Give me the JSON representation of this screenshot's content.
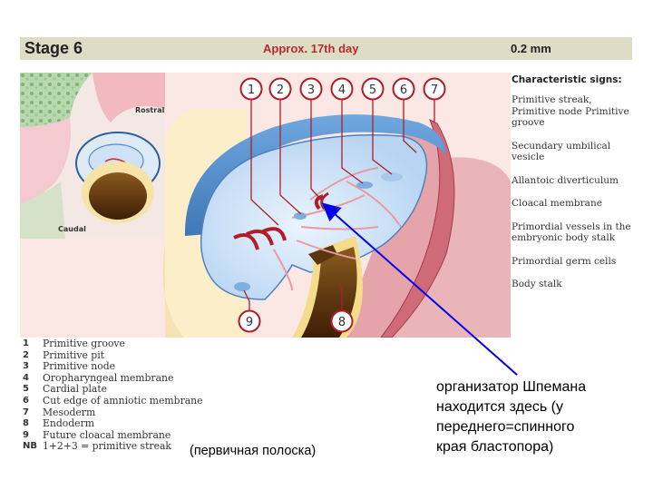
{
  "header": {
    "stage": "Stage 6",
    "day": "Approx. 17th day",
    "size": "0.2 mm"
  },
  "inset": {
    "rostral_label": "Rostral",
    "caudal_label": "Caudal"
  },
  "callouts": [
    "1",
    "2",
    "3",
    "4",
    "5",
    "6",
    "7",
    "8",
    "9"
  ],
  "signs": {
    "title": "Characteristic signs:",
    "items": [
      "Primitive streak, Primitive node Primitive groove",
      "Secundary umbilical vesicle",
      "Allantoic diverticulum",
      "Cloacal membrane",
      "Primordial vessels in the embryonic body stalk",
      "Primordial germ cells",
      "Body stalk"
    ]
  },
  "legend": [
    {
      "num": "1",
      "label": "Primitive groove"
    },
    {
      "num": "2",
      "label": "Primitive pit"
    },
    {
      "num": "3",
      "label": "Primitive node"
    },
    {
      "num": "4",
      "label": "Oropharyngeal membrane"
    },
    {
      "num": "5",
      "label": "Cardial plate"
    },
    {
      "num": "6",
      "label": "Cut edge of amniotic membrane"
    },
    {
      "num": "7",
      "label": "Mesoderm"
    },
    {
      "num": "8",
      "label": "Endoderm"
    },
    {
      "num": "9",
      "label": "Future cloacal membrane"
    },
    {
      "num": "NB",
      "label": "1+2+3 = primitive streak"
    }
  ],
  "note": "(первичная полоска)",
  "annotation": {
    "lines": [
      "организатор Шпемана",
      "находится здесь (у",
      "переднего=спинного",
      "края бластопора)"
    ]
  },
  "colors": {
    "header_bg": "#ddddc6",
    "day_text": "#b8282f",
    "callout_stroke": "#b01e2a",
    "pointer_arrow": "#0000ee",
    "epiblast_blue": "#9cc3ea",
    "amnion_pink": "#e5a4aa",
    "yolk_sac_tan": "#f3dfb6",
    "cavity_brown": "#6b3d10"
  }
}
